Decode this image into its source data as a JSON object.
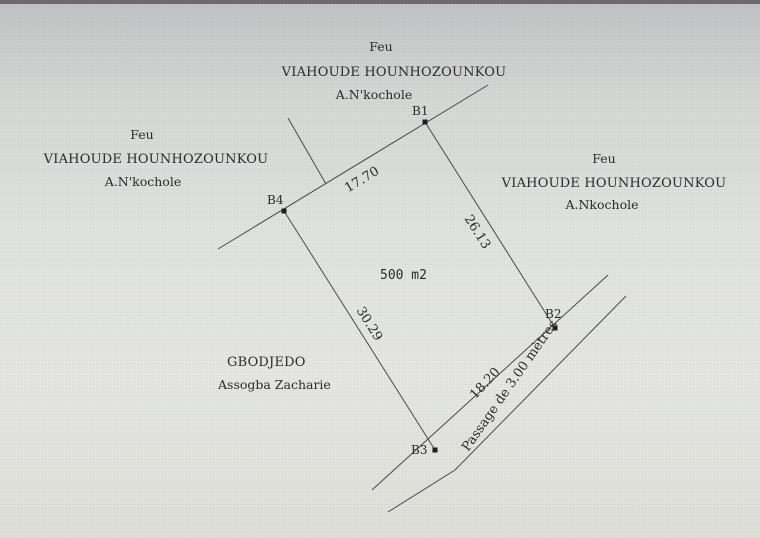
{
  "plan": {
    "area_label": "500 m2",
    "neighbors": {
      "north": {
        "prefix": "Feu",
        "name": "VIAHOUDE HOUNHOZOUNKOU",
        "sub": "A.N'kochole"
      },
      "west": {
        "prefix": "Feu",
        "name": "VIAHOUDE HOUNHOZOUNKOU",
        "sub": "A.N'kochole"
      },
      "east": {
        "prefix": "Feu",
        "name": "VIAHOUDE HOUNHOZOUNKOU",
        "sub": "A.Nkochole"
      },
      "south_west": {
        "name": "GBODJEDO",
        "sub": "Assogba Zacharie"
      }
    },
    "points": {
      "b1": "B1",
      "b2": "B2",
      "b3": "B3",
      "b4": "B4"
    },
    "dimensions": {
      "b4_b1": "17.70",
      "b1_b2": "26.13",
      "b4_b3": "30.29",
      "b3_b2": "18.20"
    },
    "passage_label": "Passage de 3.00 mètres",
    "colors": {
      "ink": "#2a2a2e",
      "line": "#4a4a4e",
      "background": "#e2e4df"
    }
  }
}
